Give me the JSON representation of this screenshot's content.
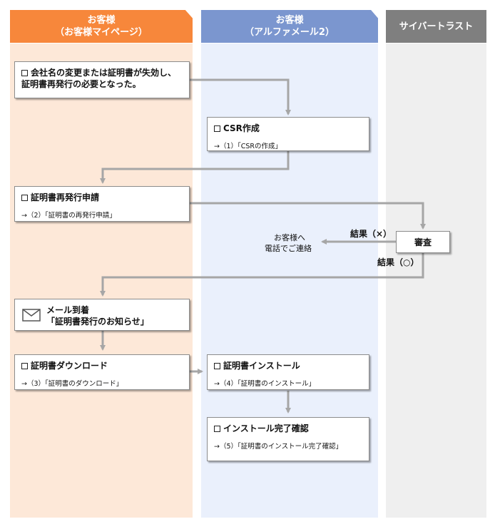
{
  "lanes": [
    {
      "line1": "お客様",
      "line2": "（お客様マイページ）"
    },
    {
      "line1": "お客様",
      "line2": "（アルファメール2）"
    },
    {
      "line1": "サイバートラスト",
      "line2": ""
    }
  ],
  "steps": {
    "trigger": {
      "title1": "会社名の変更または証明書が失効し、",
      "title2": "証明書再発行の必要となった。"
    },
    "csr": {
      "title": "CSR作成",
      "ref": "→（1）「CSRの作成」"
    },
    "reissue": {
      "title": "証明書再発行申請",
      "ref": "→（2）「証明書の再発行申請」"
    },
    "review": {
      "title": "審査"
    },
    "mail": {
      "title1": "メール到着",
      "title2": "「証明書発行のお知らせ」"
    },
    "download": {
      "title": "証明書ダウンロード",
      "ref": "→（3）「証明書のダウンロード」"
    },
    "install": {
      "title": "証明書インストール",
      "ref": "→（4）「証明書のインストール」"
    },
    "confirm": {
      "title": "インストール完了確認",
      "ref": "→（5）「証明書のインストール完了確認」"
    }
  },
  "labels": {
    "result_ng": "結果（×）",
    "result_ok": "結果（○）",
    "contact_line1": "お客様へ",
    "contact_line2": "電話でご連絡"
  },
  "colors": {
    "lane1": "#f7873b",
    "lane2": "#7b96cf",
    "lane3": "#7f7f7f",
    "arrow": "#a6a6a6"
  }
}
